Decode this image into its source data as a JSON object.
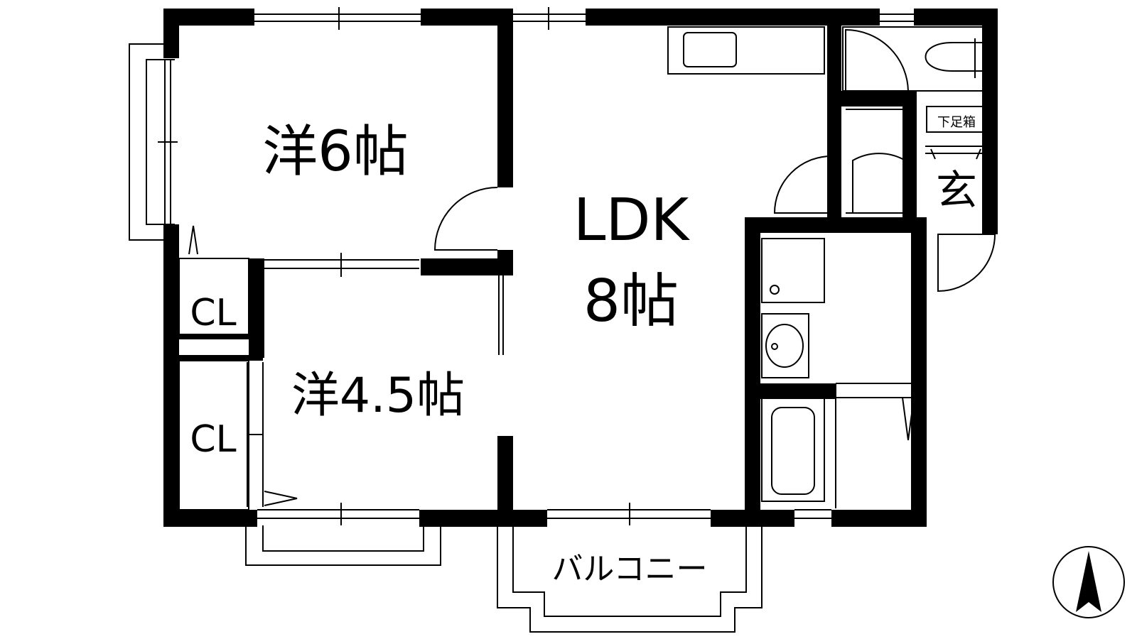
{
  "floorplan": {
    "rooms": [
      {
        "id": "western-6",
        "label": "洋6帖"
      },
      {
        "id": "ldk",
        "label_line1": "LDK",
        "label_line2": "8帖"
      },
      {
        "id": "western-4-5",
        "label": "洋4.5帖"
      },
      {
        "id": "closet-1",
        "label": "CL"
      },
      {
        "id": "closet-2",
        "label": "CL"
      }
    ],
    "entrance": {
      "label": "玄",
      "shoe_box_label": "下足箱"
    },
    "balcony": {
      "label": "バルコニー"
    },
    "compass": {
      "direction": "N",
      "icon": "north-arrow-icon"
    },
    "colors": {
      "wall": "#000000",
      "line": "#000000",
      "background": "#ffffff"
    }
  }
}
